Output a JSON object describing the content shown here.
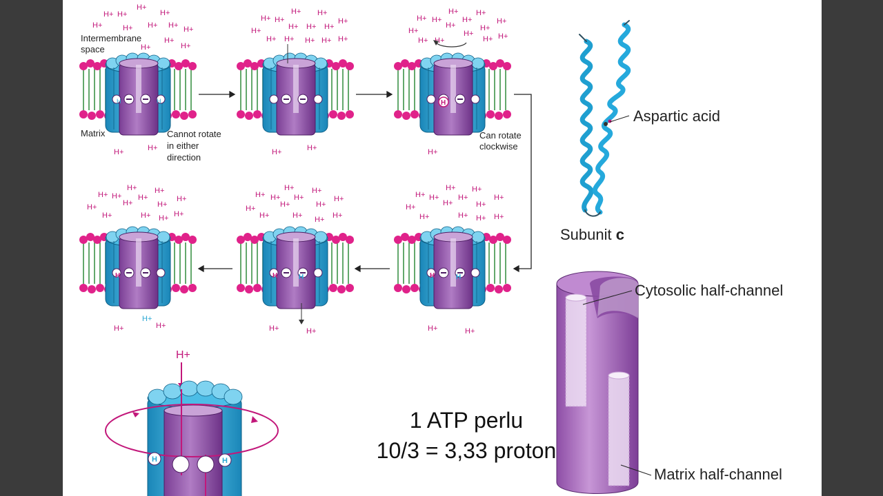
{
  "labels": {
    "intermembrane_space": "Intermembrane space",
    "matrix": "Matrix",
    "cannot_rotate": "Cannot rotate in either direction",
    "can_rotate": "Can rotate clockwise",
    "aspartic_acid": "Aspartic acid",
    "subunit_c": "Subunit c",
    "cytosolic_half_channel": "Cytosolic half-channel",
    "matrix_half_channel": "Matrix half-channel",
    "proton": "H+",
    "residue_h": "H"
  },
  "note": {
    "line1": "1 ATP perlu",
    "line2": "10/3 = 3,33 proton"
  },
  "colors": {
    "proton_magenta": "#c2177a",
    "proton_blue": "#2aa7d3",
    "rotor_blue": "#2aa7d3",
    "channel_purple": "#9b5bb0",
    "lipid_head": "#e0228a",
    "lipid_tail": "#2f8a3a"
  },
  "icons": [
    "mouse-cursor-icon",
    "rotation-arrow-icon"
  ]
}
